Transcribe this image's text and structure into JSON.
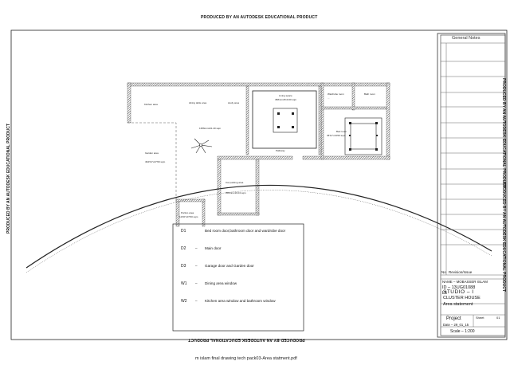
{
  "watermark": {
    "top": "PRODUCED BY AN AUTODESK EDUCATIONAL PRODUCT",
    "bottom": "PRODUCED BY AN AUTODESK EDUCATIONAL PRODUCT",
    "left": "PRODUCED BY AN AUTODESK EDUCATIONAL PRODUCT",
    "right_a": "PRODUCED BY AN AUTODESK EDUCATIONAL PRODUCT",
    "right_b": "PRODUCED BY AN AUTODESK EDUCATIONAL PRODUCT"
  },
  "rooms": {
    "kitchen": "Kitchen area",
    "dining": "dining table area",
    "study": "study area",
    "living": "Living space",
    "living_size": "458mmx510.00 sqm",
    "wardrobe": "Wardrobe room",
    "wardrobe_size": "...",
    "bath": "Bath room",
    "bed": "Bed room",
    "bed_size": "45'11\"x13'00 sqm",
    "centre_size": "1356mmx61.40 sqm",
    "garden": "Garden area",
    "garden_size": "494'01\"x47'00 sqm",
    "pathway": "Pathway",
    "car": "Car parking area",
    "car_size": "356mmx19.04 sqm",
    "portico": "Portico area",
    "portico_size": "11'00\"x07'00 sqm"
  },
  "legend": [
    {
      "code": "D1",
      "dash": "",
      "desc": "Bed room door,bathroom door and wardrobe door"
    },
    {
      "code": "D2",
      "dash": "–",
      "desc": "Main door"
    },
    {
      "code": "D3",
      "dash": "–",
      "desc": "Garage door and Garden door"
    },
    {
      "code": "W1",
      "dash": "–",
      "desc": "Dining area window"
    },
    {
      "code": "W2",
      "dash": "–",
      "desc": "Kitchen area window and bathroom window"
    }
  ],
  "title_block": {
    "general_notes": "General Notes",
    "no": "No",
    "revision": "Revision/Issue",
    "name": "NAME  –  MOBASSER  ISLAM",
    "id": "ID  –  13UG01088",
    "id_suffix": "L5",
    "studio": "STUDIO  –  I",
    "project_name": "CLUSTER HOUSE",
    "sheet_name": "Area  statement",
    "project_label": "Project",
    "sheet_label": "Sheet",
    "sheet_no": "01",
    "date": "Date  –  29_01_15",
    "scale": "Scale  –  1:200"
  },
  "footer": "m islam final drawing tech pack03-Area statment.pdf"
}
